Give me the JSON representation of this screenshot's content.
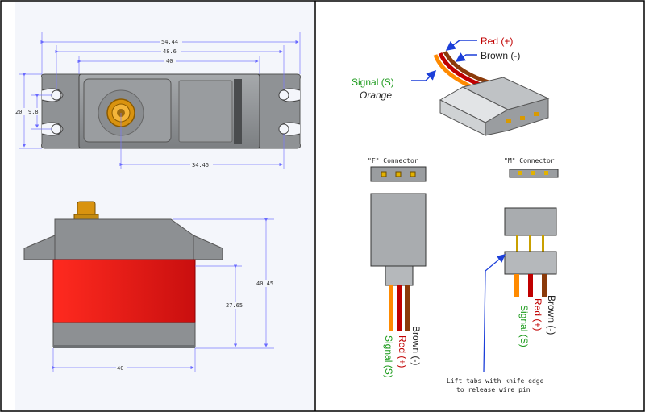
{
  "left_panel": {
    "top_view_dims": {
      "overall_width": "54.44",
      "mount_hole_span": "48.6",
      "body_width": "40",
      "height": "20",
      "hole_offset": "9.8",
      "shaft_offset": "34.45"
    },
    "side_view_dims": {
      "total_height": "40.45",
      "mount_height": "27.65",
      "width": "40"
    }
  },
  "right_panel": {
    "wire_labels": {
      "red": "Red (+)",
      "brown": "Brown (-)",
      "signal": "Signal (S)",
      "signal_color": "Orange"
    },
    "f_connector": {
      "title": "\"F\" Connector",
      "wires": [
        "Signal (S)",
        "Red (+)",
        "Brown (-)"
      ]
    },
    "m_connector": {
      "title": "\"M\" Connector",
      "wires": [
        "Signal (S)",
        "Red (+)",
        "Brown (-)"
      ]
    },
    "note_line1": "Lift tabs with knife edge",
    "note_line2": "to release wire pin"
  },
  "colors": {
    "servo_body": "#8d9093",
    "servo_red": "#e41a16",
    "gear_orange": "#d9930f",
    "wire_red": "#c00000",
    "wire_brown": "#8b3a0a",
    "wire_orange": "#ff8a00",
    "dim_line": "#7a7aff",
    "arrow_blue": "#1c3fd9",
    "label_red": "#c00000",
    "label_green": "#1a9a1a"
  }
}
